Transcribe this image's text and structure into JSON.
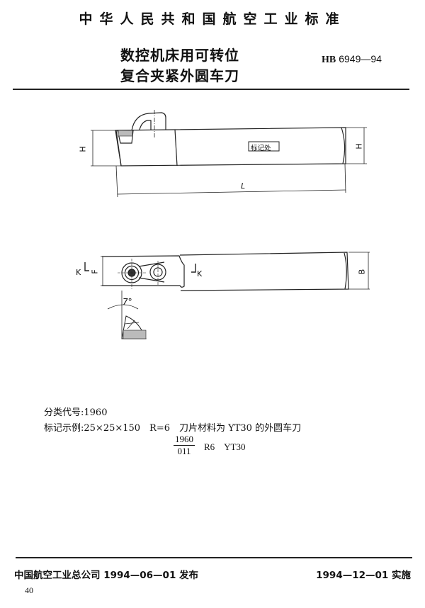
{
  "header": {
    "standard_body": "中华人民共和国航空工业标准",
    "title_line1": "数控机床用可转位",
    "title_line2": "复合夹紧外圆车刀",
    "code_prefix": "HB",
    "code_number": "6949—94"
  },
  "drawing_side_view": {
    "dim_height_left": "H",
    "dim_height_right": "H",
    "dim_length": "L",
    "marking_box_label": "标记处"
  },
  "drawing_top_view": {
    "section_left": "K",
    "section_right": "K",
    "dim_f": "F",
    "dim_b": "B",
    "angle_label": "7°"
  },
  "content": {
    "classification": "分类代号:1960",
    "marking_example": "标记示例:25×25×150　R=6　刀片材料为 YT30 的外圆车刀",
    "marking_fraction_numerator": "1960",
    "marking_fraction_denominator": "011",
    "marking_suffix": "R6　YT30"
  },
  "footer": {
    "issued": "中国航空工业总公司 1994—06—01 发布",
    "effective": "1994—12—01 实施",
    "page_number": "40"
  }
}
